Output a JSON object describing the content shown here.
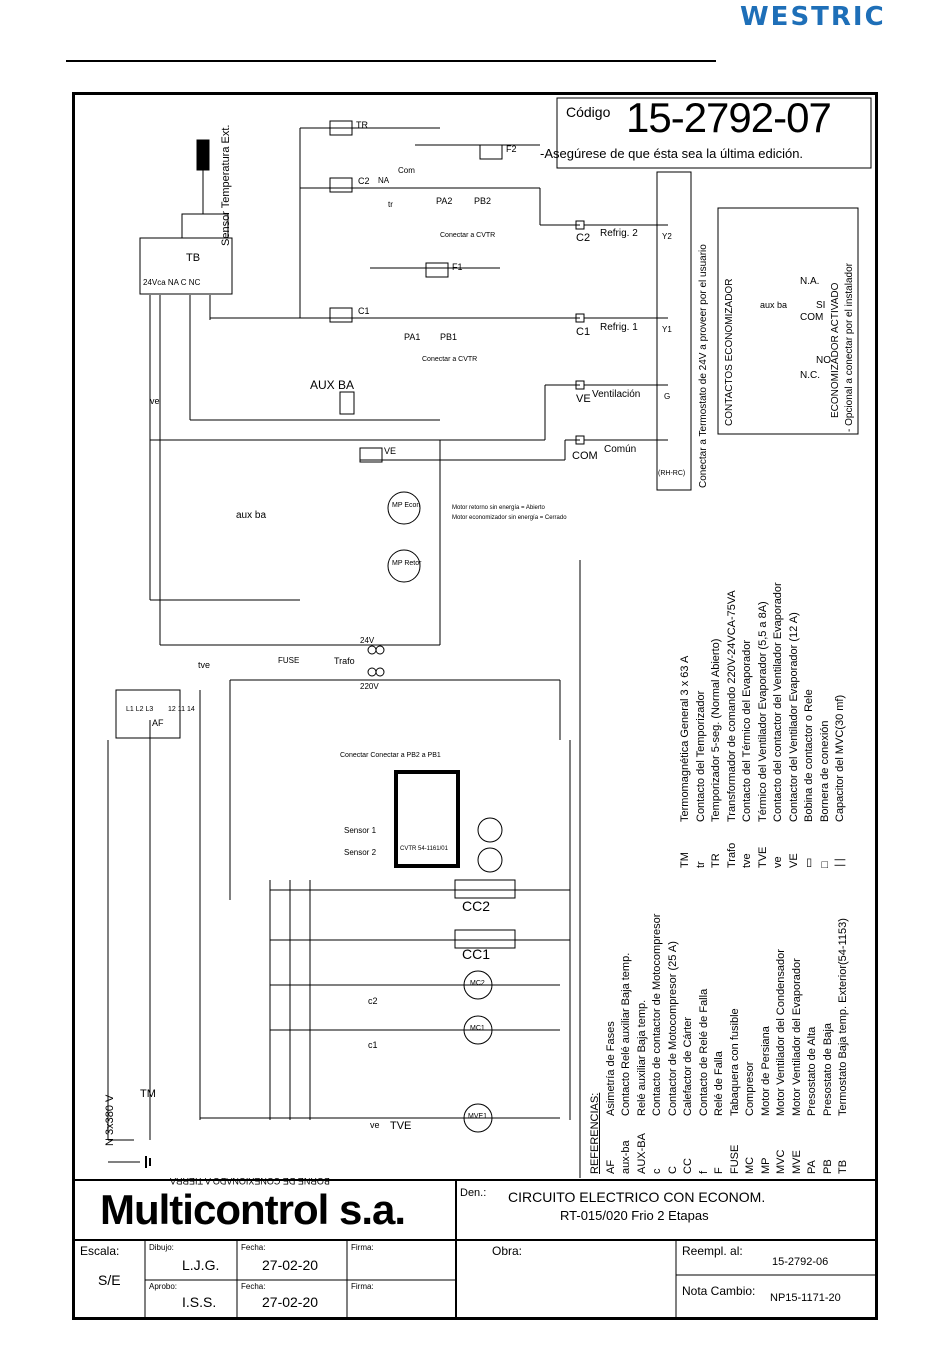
{
  "brand": {
    "logo_text": "WESTRIC",
    "logo_color": "#1e6fb8"
  },
  "header": {
    "code_label": "Código",
    "code_number": "15-2792-07",
    "edition_note": "-Asegúrese de que ésta sea la última edición."
  },
  "title_block": {
    "company": "Multicontrol s.a.",
    "den_label": "Den.:",
    "title_line1": "CIRCUITO ELECTRICO CON ECONOM.",
    "title_line2": "RT-015/020 Frio 2 Etapas",
    "escala_label": "Escala:",
    "escala_value": "S/E",
    "dibujo_label": "Dibujo:",
    "dibujo_value": "L.J.G.",
    "aprobo_label": "Aprobo:",
    "aprobo_value": "I.S.S.",
    "fecha_label": "Fecha:",
    "fecha_dibujo": "27-02-20",
    "fecha_aprobo": "27-02-20",
    "firma_label": "Firma:",
    "obra_label": "Obra:",
    "reempl_label": "Reempl. al:",
    "reempl_value": "15-2792-06",
    "nota_label": "Nota Cambio:",
    "nota_value": "NP15-1171-20"
  },
  "diagram": {
    "supply_label": "N 3x380 V",
    "ground_label": "BORNE DE CONEXIONADO A TIERRA",
    "tm_label": "TM",
    "tve_label": "TVE",
    "ve_label": "ve",
    "c1_label": "c1",
    "c2_label": "c2",
    "cc1_label": "CC1",
    "cc2_label": "CC2",
    "mc1_label": "MC1",
    "mc2_label": "MC2",
    "mve1_label": "MVE1",
    "trafo_label": "Trafo",
    "fuse_label": "FUSE",
    "tve_contact": "tve",
    "v24": "24V",
    "v220": "220V",
    "af_label": "AF",
    "af_terms": "L1 L2 L3",
    "af_out": "12 11 14",
    "tb_label": "TB",
    "tb_terms": "24Vca  NA C NC",
    "sensor_label": "Sensor Temperatura Ext.",
    "sensor1": "Sensor 1",
    "sensor2": "Sensor 2",
    "cvtr_label": "CVTR 54-1161/01",
    "conectar_pb": "Conectar Conectar a PB2  a PB1",
    "aux_ba": "AUX BA",
    "aux_ba_small": "aux ba",
    "mp_econ": "MP Econ",
    "mp_retor": "MP Retor",
    "motor_note1": "Motor retorno sin energía = Abierto",
    "motor_note2": "Motor economizador sin energía = Cerrado",
    "c1_coil": "C1",
    "c2_coil": "C2",
    "ve_coil": "VE",
    "f1_coil": "F1",
    "f2_coil": "F2",
    "tr_coil": "TR",
    "pa1": "PA1",
    "pb1": "PB1",
    "pa2": "PA2",
    "pb2": "PB2",
    "conectar_cvtr": "Conectar a CVTR",
    "na": "NA",
    "com": "Com",
    "tr": "tr",
    "terminals": [
      "C2",
      "C1",
      "VE",
      "COM"
    ],
    "terminal_names": [
      "Refrig. 2",
      "Refrig. 1",
      "Ventilación",
      "Común"
    ],
    "terminal_ids": [
      "Y2",
      "Y1",
      "G",
      "(RH-RC)"
    ],
    "thermostat_note": "Conectar a Termostato de 24V a proveer por el usuario",
    "econ_title": "CONTACTOS ECONOMIZADOR",
    "econ_nc": "N.C.",
    "econ_com": "COM",
    "econ_na": "N.A.",
    "econ_aux": "aux ba",
    "econ_no": "NO",
    "econ_si": "SI",
    "econ_activado": "ECONOMIZADOR ACTIVADO",
    "econ_optional": "- Opcional a conectar por el instalador"
  },
  "references": {
    "title": "REFERENCIAS:",
    "items_left": [
      [
        "AF",
        "Asimetría de Fases"
      ],
      [
        "aux-ba",
        "Contacto Relé auxiliar Baja temp."
      ],
      [
        "AUX-BA",
        "Relé auxiliar Baja temp."
      ],
      [
        "c",
        "Contacto de contactor de Motocompresor"
      ],
      [
        "C",
        "Contactor de Motocompresor (25 A)"
      ],
      [
        "CC",
        "Calefactor de Cárter"
      ],
      [
        "f",
        "Contacto de Relé de Falla"
      ],
      [
        "F",
        "Relé de Falla"
      ],
      [
        "FUSE",
        "Tabaquera con fusible"
      ],
      [
        "MC",
        "Compresor"
      ],
      [
        "MP",
        "Motor de Persiana"
      ],
      [
        "MVC",
        "Motor Ventilador del Condensador"
      ],
      [
        "MVE",
        "Motor Ventilador del Evaporador"
      ],
      [
        "PA",
        "Presostato de Alta"
      ],
      [
        "PB",
        "Presostato de Baja"
      ],
      [
        "TB",
        "Termostato Baja temp. Exterior(54-1153)"
      ]
    ],
    "items_right": [
      [
        "TM",
        "Termomagnética General 3 x 63 A"
      ],
      [
        "tr",
        "Contacto del Temporizador"
      ],
      [
        "TR",
        "Temporizador 5-seg. (Normal Abierto)"
      ],
      [
        "Trafo",
        "Transformador de comando 220V-24VCA-75VA"
      ],
      [
        "tve",
        "Contacto del Térmico del Evaporador"
      ],
      [
        "TVE",
        "Térmico del Ventilador Evaporador (5,5 a 8A)"
      ],
      [
        "ve",
        "Contacto del contactor del Ventilador Evaporador"
      ],
      [
        "VE",
        "Contactor del Ventilador Evaporador (12 A)"
      ],
      [
        "",
        "Bobina de contactor o Rele"
      ],
      [
        "",
        "Bornera de conexión"
      ],
      [
        "",
        "Capacitor del MVC(30 mf)"
      ]
    ]
  }
}
